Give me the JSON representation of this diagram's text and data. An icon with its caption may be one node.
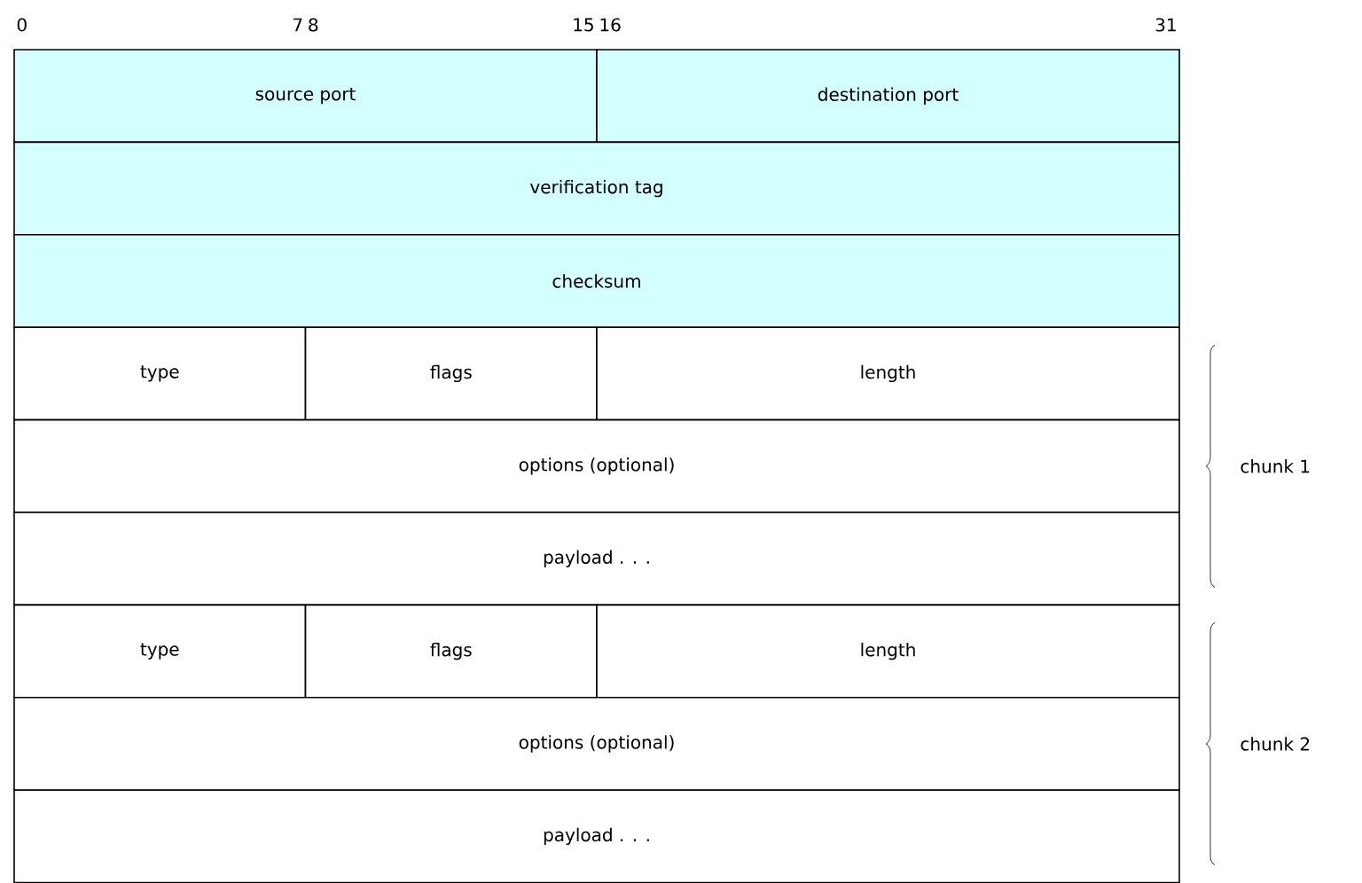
{
  "diagram": {
    "nodes": [
      {
        "text": [
          "source port"
        ]
      },
      {
        "text": [
          "destination port"
        ]
      },
      {
        "text": [
          "verification tag"
        ]
      },
      {
        "text": [
          "checksum"
        ]
      },
      {
        "text": [
          "type"
        ]
      },
      {
        "text": [
          "flags"
        ]
      },
      {
        "text": [
          "length"
        ]
      },
      {
        "text": [
          "options (optional)"
        ]
      },
      {
        "text": [
          "payload . . ."
        ]
      },
      {
        "text": [
          "type"
        ]
      },
      {
        "text": [
          "flags"
        ]
      },
      {
        "text": [
          "length"
        ]
      },
      {
        "text": [
          "options (optional)"
        ]
      },
      {
        "text": [
          "payload . . ."
        ]
      }
    ],
    "labels": [
      "0",
      "7",
      "8",
      "15",
      "16",
      "31",
      "chunk 1",
      "chunk 2"
    ]
  }
}
